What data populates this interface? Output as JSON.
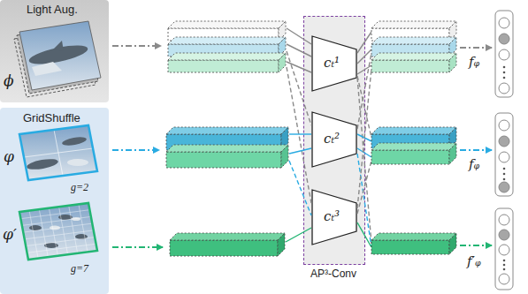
{
  "diagram": {
    "nodes": [
      {
        "text": [
          "Light Aug.",
          "ϕ"
        ]
      },
      {
        "text": [
          "GridShuffle",
          "φ",
          "g=2",
          "φ′",
          "g=7"
        ]
      },
      {
        "text": [
          "AP³-Conv"
        ]
      },
      {
        "text": [
          "cₜ¹"
        ],
        "in": 2
      },
      {
        "text": [
          "cₜ²"
        ],
        "in": 2
      },
      {
        "text": [
          "cₜ³"
        ],
        "in": 2
      }
    ],
    "labels": [
      "fᵩ",
      "fᵩ",
      "f′ᵩ"
    ]
  }
}
